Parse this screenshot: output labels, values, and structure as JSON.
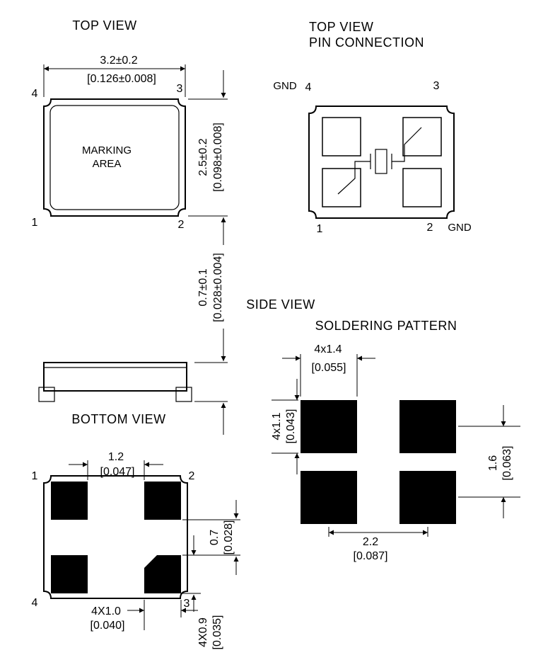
{
  "top_view": {
    "title": "TOP VIEW",
    "marking_line1": "MARKING",
    "marking_line2": "AREA",
    "pin1": "1",
    "pin2": "2",
    "pin3": "3",
    "pin4": "4",
    "dim_width": "3.2±0.2",
    "dim_width_in": "[0.126±0.008]",
    "dim_height": "2.5±0.2",
    "dim_height_in": "[0.098±0.008]"
  },
  "pin_connection": {
    "title_line1": "TOP VIEW",
    "title_line2": "PIN CONNECTION",
    "gnd_top": "GND",
    "gnd_bottom": "GND",
    "pin1": "1",
    "pin2": "2",
    "pin3": "3",
    "pin4": "4"
  },
  "side_view": {
    "title": "SIDE VIEW",
    "dim_height": "0.7±0.1",
    "dim_height_in": "[0.028±0.004]"
  },
  "bottom_view": {
    "title": "BOTTOM VIEW",
    "pin1": "1",
    "pin2": "2",
    "pin3": "3",
    "pin4": "4",
    "dim_pad_gap": "1.2",
    "dim_pad_gap_in": "[0.047]",
    "dim_row_gap": "0.7",
    "dim_row_gap_in": "[0.028]",
    "dim_pad_width": "4X1.0",
    "dim_pad_width_in": "[0.040]",
    "dim_pad_height": "4X0.9",
    "dim_pad_height_in": "[0.035]"
  },
  "soldering_pattern": {
    "title": "SOLDERING PATTERN",
    "dim_pad_width": "4x1.4",
    "dim_pad_width_in": "[0.055]",
    "dim_pad_height": "4x1.1",
    "dim_pad_height_in": "[0.043]",
    "dim_v_pitch": "1.6",
    "dim_v_pitch_in": "[0.063]",
    "dim_h_pitch": "2.2",
    "dim_h_pitch_in": "[0.087]"
  }
}
